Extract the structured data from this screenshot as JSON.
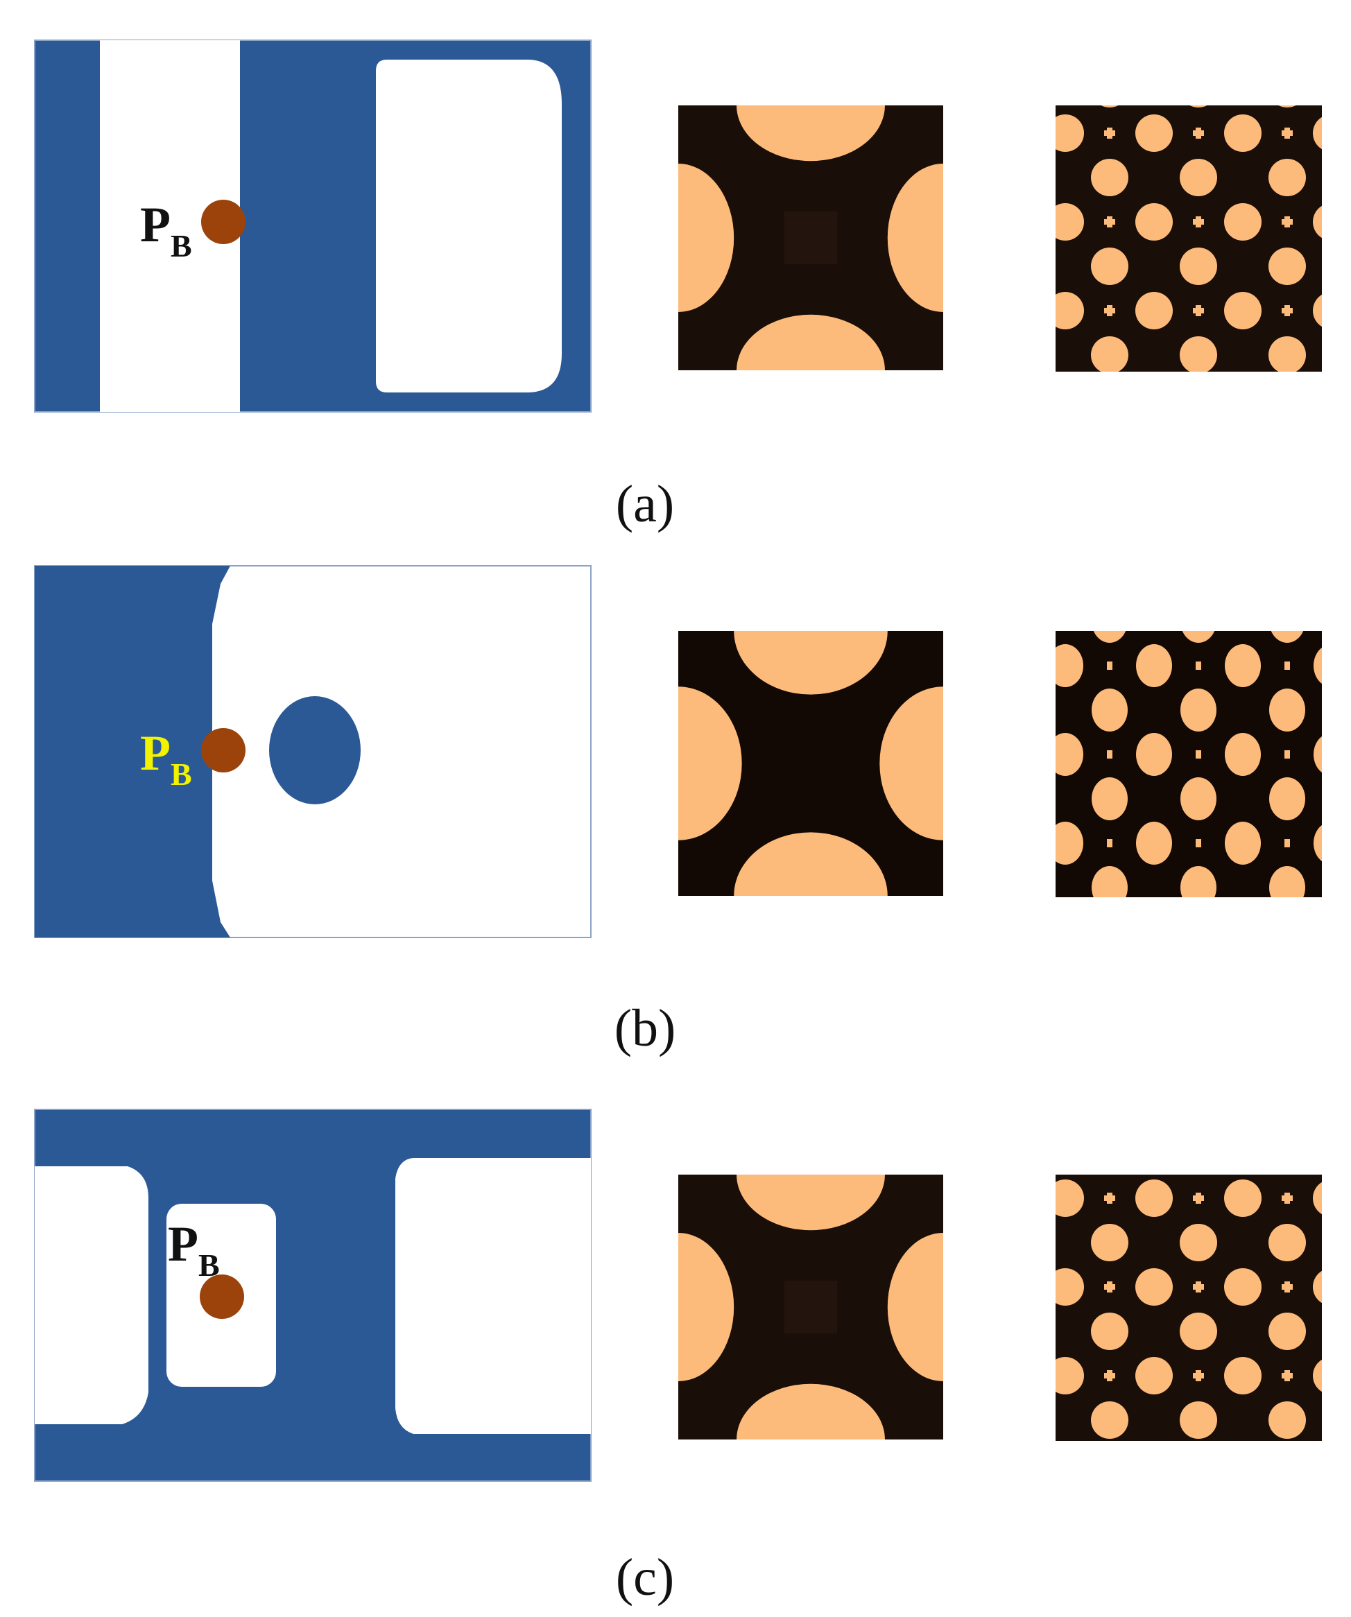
{
  "colors": {
    "domain": "#2b5996",
    "void": "#ffffff",
    "cell_solid": "#1a0e08",
    "cell_void": "#fdbb7b",
    "marker": "#9b430b",
    "label_default": "#111111",
    "label_highlight": "#f3f200"
  },
  "point_label": {
    "main": "P",
    "sub": "B"
  },
  "panels": [
    {
      "caption": "(a)",
      "label_color": "#111111",
      "lattice": "circles"
    },
    {
      "caption": "(b)",
      "label_color": "#f3f200",
      "lattice": "ellipses"
    },
    {
      "caption": "(c)",
      "label_color": "#111111",
      "lattice": "circles"
    }
  ]
}
